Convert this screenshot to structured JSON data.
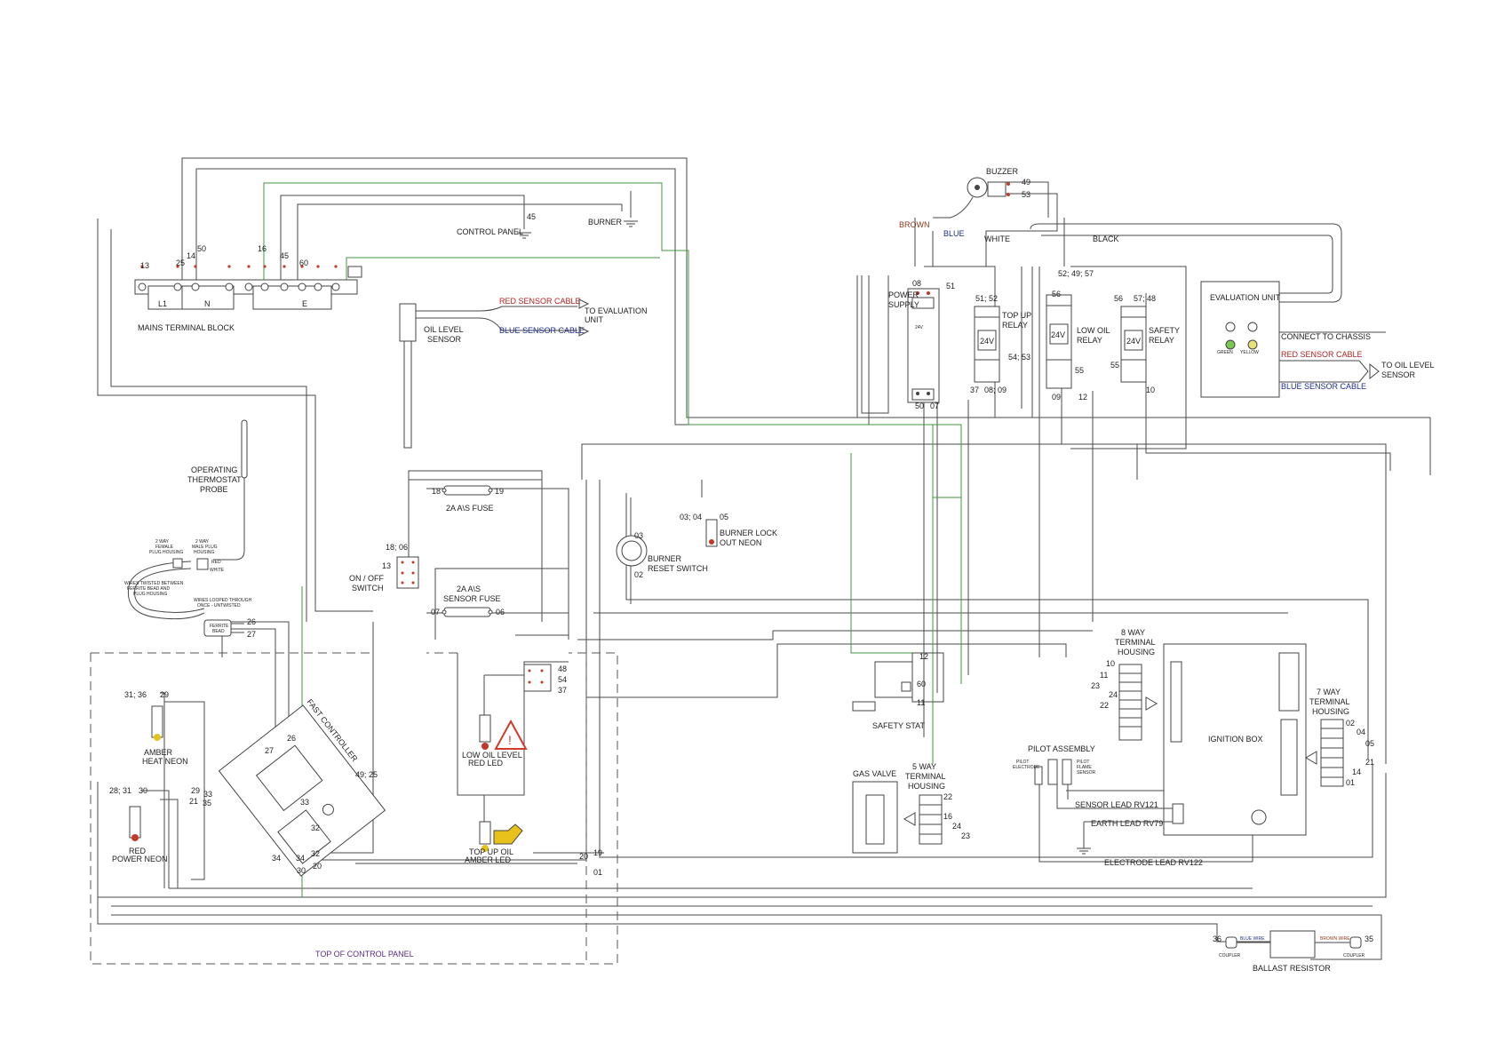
{
  "labels": {
    "buzzer": "BUZZER",
    "brown": "BROWN",
    "blue": "BLUE",
    "white": "WHITE",
    "black": "BLACK",
    "control_panel": "CONTROL PANEL",
    "burner": "BURNER",
    "mains_terminal_block": "MAINS TERMINAL BLOCK",
    "l1": "L1",
    "n": "N",
    "e": "E",
    "oil_level_sensor_1": "OIL LEVEL",
    "oil_level_sensor_2": "SENSOR",
    "red_sensor_cable": "RED SENSOR CABLE",
    "blue_sensor_cable": "BLUE SENSOR CABLE",
    "to_eval_1": "TO EVALUATION",
    "to_eval_2": "UNIT",
    "power_supply_1": "POWER",
    "power_supply_2": "SUPPLY",
    "top_up_relay_1": "TOP UP",
    "top_up_relay_2": "RELAY",
    "low_oil_relay_1": "LOW OIL",
    "low_oil_relay_2": "RELAY",
    "safety_relay_1": "SAFETY",
    "safety_relay_2": "RELAY",
    "v24": "24V",
    "evaluation_unit": "EVALUATION UNIT",
    "connect_to_chassis": "CONNECT TO CHASSIS",
    "to_oil_level_sensor_1": "TO OIL LEVEL",
    "to_oil_level_sensor_2": "SENSOR",
    "operating_thermostat_1": "OPERATING",
    "operating_thermostat_2": "THERMOSTAT",
    "operating_thermostat_3": "PROBE",
    "fuse_2a_as": "2A A\\S FUSE",
    "sensor_fuse_1": "2A A\\S",
    "sensor_fuse_2": "SENSOR FUSE",
    "on_off_1": "ON / OFF",
    "on_off_2": "SWITCH",
    "burner_lock_1": "BURNER LOCK",
    "burner_lock_2": "OUT NEON",
    "burner_reset_1": "BURNER",
    "burner_reset_2": "RESET SWITCH",
    "way8_1": "8 WAY",
    "way8_2": "TERMINAL",
    "way8_3": "HOUSING",
    "way7_1": "7 WAY",
    "way7_2": "TERMINAL",
    "way7_3": "HOUSING",
    "ignition_box": "IGNITION BOX",
    "safety_stat": "SAFETY STAT",
    "gas_valve": "GAS VALVE",
    "way5_1": "5 WAY",
    "way5_2": "TERMINAL",
    "way5_3": "HOUSING",
    "pilot_assembly": "PILOT ASSEMBLY",
    "sensor_lead": "SENSOR LEAD RV121",
    "earth_lead": "EARTH LEAD RV79",
    "electrode_lead": "ELECTRODE LEAD RV122",
    "low_oil_led_1": "LOW OIL LEVEL",
    "low_oil_led_2": "RED LED",
    "top_up_led_1": "TOP UP OIL",
    "top_up_led_2": "AMBER LED",
    "fast_controller": "FAST CONTROLLER",
    "amber_neon_1": "AMBER",
    "amber_neon_2": "HEAT NEON",
    "red_neon_1": "RED",
    "red_neon_2": "POWER NEON",
    "top_of_control_panel": "TOP OF CONTROL PANEL",
    "ballast_resistor": "BALLAST RESISTOR",
    "coupler": "COUPLER",
    "blue_wire": "BLUE WIRE",
    "brown_wire": "BROWN WIRE",
    "way2_female_1": "2 WAY",
    "way2_female_2": "FEMALE",
    "way2_female_3": "PLUG HOUSING",
    "way2_male_1": "2 WAY",
    "way2_male_2": "MALE PLUG",
    "way2_male_3": "HOUSING",
    "red_small": "RED",
    "white_small": "WHITE",
    "wires_twisted_1": "WIRES TWISTED BETWEEN",
    "wires_twisted_2": "FERRITE BEAD AND",
    "wires_twisted_3": "PLUG HOUSING",
    "wires_looped_1": "WIRES LOOPED THROUGH",
    "wires_looped_2": "ONCE - UNTWISTED",
    "ferrite_bead_1": "FERRITE",
    "ferrite_bead_2": "BEAD",
    "pilot_electrode_1": "PILOT",
    "pilot_electrode_2": "ELECTRODE",
    "pilot_flame_1": "PILOT",
    "pilot_flame_2": "FLAME",
    "pilot_flame_3": "SENSOR",
    "ps_label_24v": "24V",
    "green_lbl": "GREEN",
    "yellow_lbl": "YELLOW"
  },
  "numbers": {
    "t13": "13",
    "t25": "25",
    "t14": "14",
    "t50": "50",
    "t16": "16",
    "t45": "45",
    "t60": "60",
    "t45b": "45",
    "t49": "49",
    "t53": "53",
    "t08": "08",
    "t51": "51",
    "t5152": "51; 52",
    "t5249": "52; 49; 57",
    "t56a": "56",
    "t56b": "56",
    "t5748": "57; 48",
    "t5453": "54; 53",
    "t55a": "55",
    "t55b": "55",
    "t37": "37",
    "t0809": "08; 09",
    "t09": "09",
    "t12": "12",
    "t10": "10",
    "t50b": "50",
    "t07": "07",
    "t18": "18",
    "t19": "19",
    "t1806": "18; 06",
    "t13b": "13",
    "t07b": "07",
    "t06": "06",
    "t0304": "03; 04",
    "t05": "05",
    "t03": "03",
    "t02": "02",
    "t26": "26",
    "t27": "27",
    "t48": "48",
    "t54": "54",
    "t37b": "37",
    "t3136": "31; 36",
    "t29": "29",
    "t26b": "26",
    "t27b": "27",
    "t4925": "49; 25",
    "t2833": "29",
    "t21": "21",
    "t33": "33",
    "t35": "35",
    "t33b": "33",
    "t32": "32",
    "t34": "34",
    "t34b": "34",
    "t32b": "32",
    "t30": "30",
    "t20": "20",
    "t2831": "28; 31",
    "t30b": "30",
    "t20b": "20",
    "t19b": "19",
    "t01": "01",
    "w8_10": "10",
    "w8_11": "11",
    "w8_23": "23",
    "w8_24": "24",
    "w8_22": "22",
    "ss12": "12",
    "ss60": "60",
    "ss11": "11",
    "w5_22": "22",
    "w5_16": "16",
    "w5_24": "24",
    "w5_23": "23",
    "w7_02": "02",
    "w7_04": "04",
    "w7_05": "05",
    "w7_21": "21",
    "w7_14": "14",
    "w7_01": "01",
    "b36": "36",
    "b35": "35"
  },
  "colors": {
    "wire": "#4a4a4a",
    "earth_wire": "#3c9a3c",
    "red_text": "#b22222",
    "blue_text": "#1f2f8a",
    "purple_text": "#5a2a8a",
    "brown_text": "#8b3a1a",
    "warning_red": "#d23a2a",
    "amber": "#e8c21a"
  },
  "icons": [
    "earth-icon",
    "arrow-right-icon",
    "arrow-left-icon",
    "warning-triangle-icon",
    "oil-can-icon",
    "buzzer-icon",
    "neon-lamp-icon",
    "fuse-icon"
  ]
}
